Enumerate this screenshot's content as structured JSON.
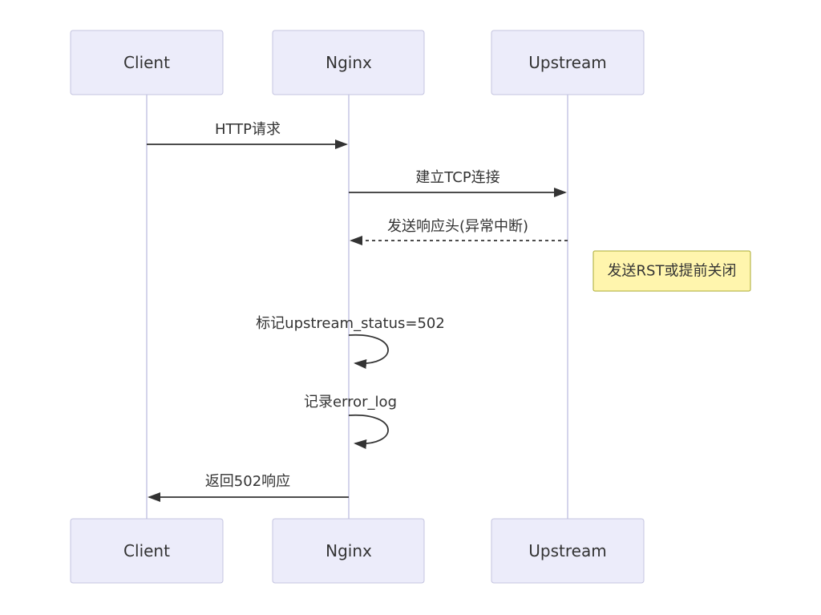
{
  "diagram": {
    "type": "sequence",
    "actors": [
      {
        "id": "client",
        "label": "Client"
      },
      {
        "id": "nginx",
        "label": "Nginx"
      },
      {
        "id": "upstream",
        "label": "Upstream"
      }
    ],
    "messages": [
      {
        "from": "Client",
        "to": "Nginx",
        "style": "solid",
        "label": "HTTP请求"
      },
      {
        "from": "Nginx",
        "to": "Upstream",
        "style": "solid",
        "label": "建立TCP连接"
      },
      {
        "from": "Upstream",
        "to": "Nginx",
        "style": "dashed",
        "label": "发送响应头(异常中断)"
      },
      {
        "from": "Nginx",
        "to": "Nginx",
        "style": "self",
        "label": "标记upstream_status=502"
      },
      {
        "from": "Nginx",
        "to": "Nginx",
        "style": "self",
        "label": "记录error_log"
      },
      {
        "from": "Nginx",
        "to": "Client",
        "style": "solid",
        "label": "返回502响应"
      }
    ],
    "note": {
      "position": "right-of-upstream",
      "label": "发送RST或提前关闭"
    },
    "colors": {
      "background": "#ffffff",
      "actor_fill": "#ECECFA",
      "actor_border": "#c4c4e0",
      "lifeline": "#c9c9e6",
      "message": "#333333",
      "text": "#333333",
      "note_fill": "#fff5ad",
      "note_border": "#aaaa33"
    }
  }
}
